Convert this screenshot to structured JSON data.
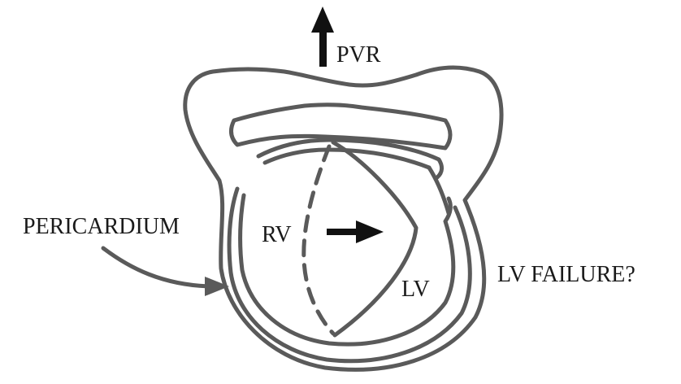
{
  "labels": {
    "pvr": "PVR",
    "rv": "RV",
    "lv": "LV",
    "pericardium": "PERICARDIUM",
    "lv_failure": "LV FAILURE?"
  },
  "colors": {
    "outline": "#5a5a5a",
    "arrow": "#111111",
    "text": "#1a1a1a",
    "background": "#ffffff"
  }
}
